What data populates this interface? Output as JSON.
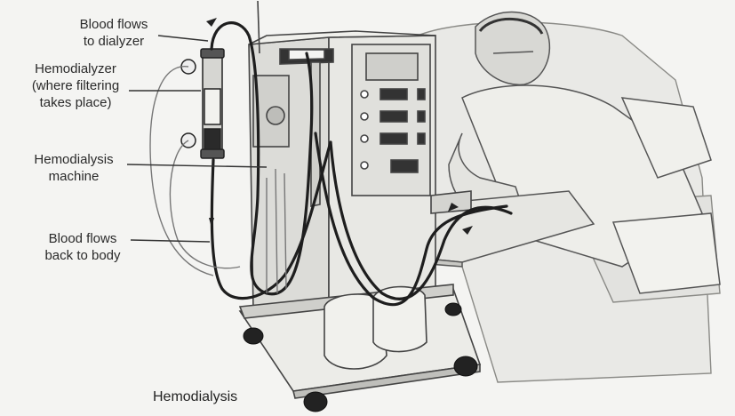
{
  "labels": {
    "blood_to_dialyzer": "Blood flows\nto dialyzer",
    "hemodialyzer": "Hemodialyzer\n(where filtering\ntakes place)",
    "machine": "Hemodialysis\nmachine",
    "blood_to_body": "Blood flows\nback to body"
  },
  "caption": "Hemodialysis",
  "colors": {
    "background": "#f4f4f2",
    "ink": "#2a2a2a",
    "tubing": "#1e1e1e"
  }
}
